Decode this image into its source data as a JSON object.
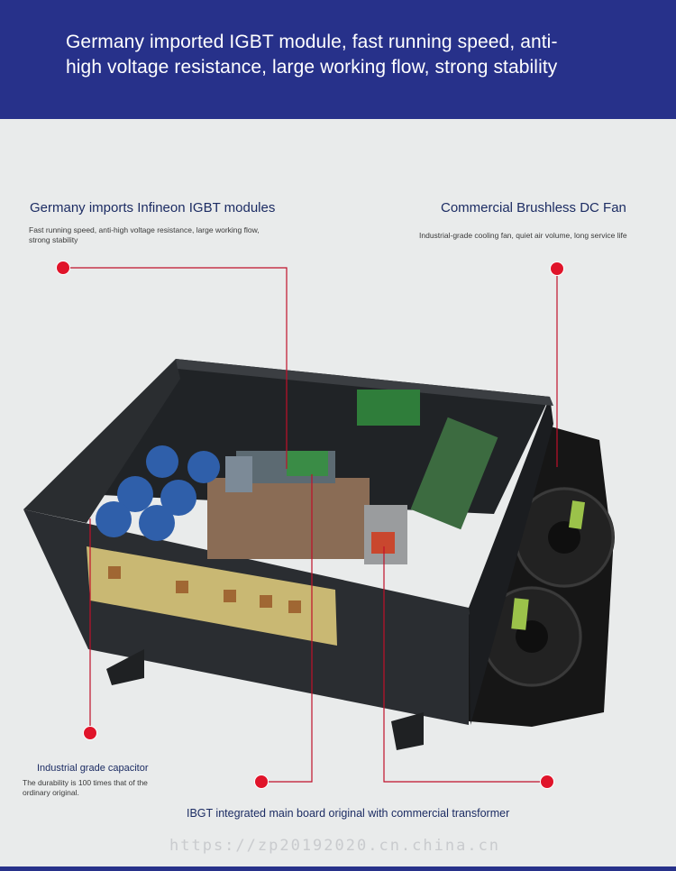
{
  "banner": {
    "title_line1": "Germany imported IGBT module, fast running speed, anti-",
    "title_line2": "high voltage resistance, large working flow, strong stability"
  },
  "features": {
    "igbt": {
      "title": "Germany imports Infineon IGBT modules",
      "desc_line1": "Fast running speed, anti-high voltage resistance, large working flow,",
      "desc_line2": "strong stability"
    },
    "fan": {
      "title": "Commercial Brushless DC Fan",
      "desc": "Industrial-grade cooling fan, quiet air volume, long service life"
    },
    "capacitor": {
      "title": "Industrial grade capacitor",
      "desc_line1": "The durability is 100 times that of the",
      "desc_line2": "ordinary original."
    },
    "board": {
      "title": "IBGT integrated main board original with commercial transformer"
    }
  },
  "watermark": "https://zp20192020.cn.china.cn",
  "colors": {
    "banner": "#27318a",
    "accent_dot": "#e0142a",
    "leader_line": "#c0102a",
    "heading": "#1c2c63"
  }
}
